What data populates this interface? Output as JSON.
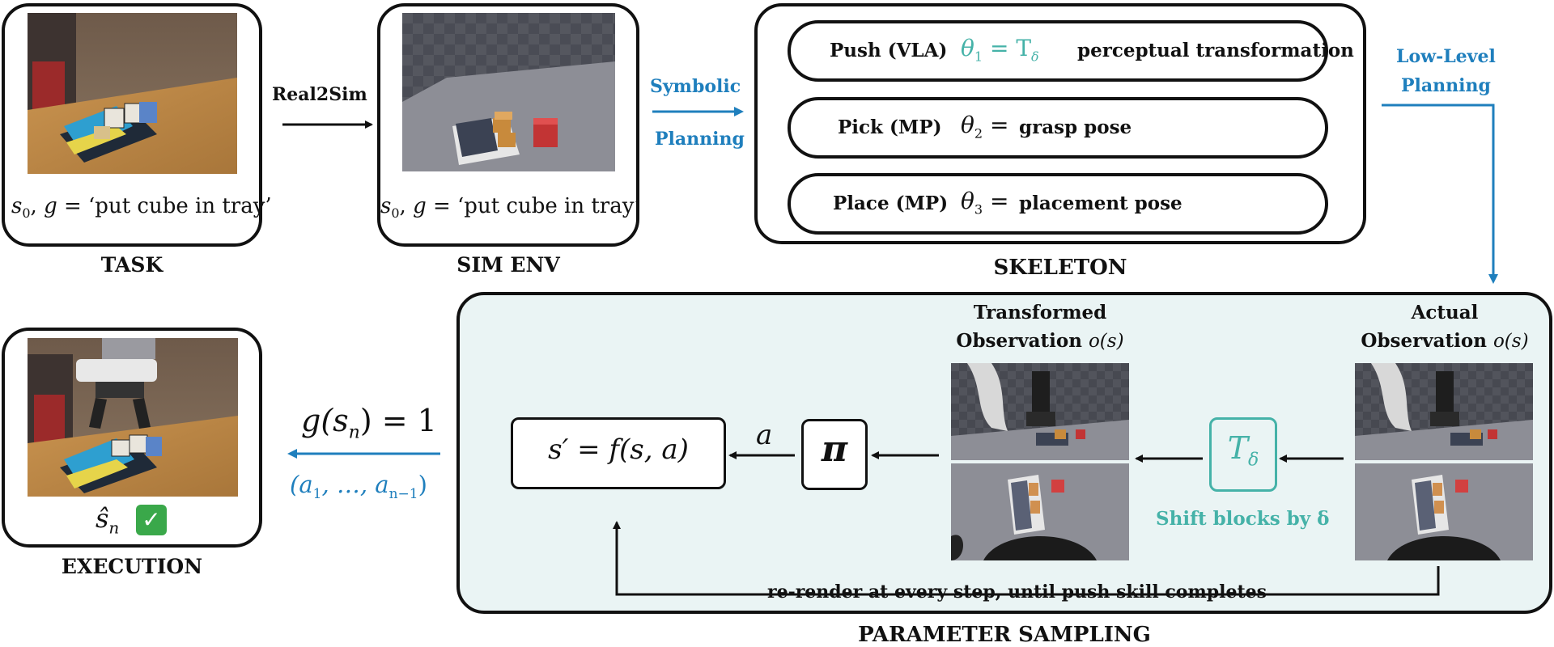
{
  "task": {
    "caption": "TASK",
    "state_math": "s",
    "state_sub": "0",
    "goal_var": "g",
    "goal_text": "‘put cube in tray’"
  },
  "real2sim": "Real2Sim",
  "sim_env": {
    "caption": "SIM ENV",
    "state_math": "s",
    "state_sub": "0",
    "goal_var": "g",
    "goal_text": "‘put cube in tray’"
  },
  "symbolic_planning": {
    "line1": "Symbolic",
    "line2": "Planning"
  },
  "skeleton": {
    "caption": "SKELETON",
    "steps": [
      {
        "name": "Push (VLA)",
        "theta": "θ",
        "sub": "1",
        "eq": "= T",
        "eq_sub": "δ",
        "desc": "perceptual transformation"
      },
      {
        "name": "Pick (MP)",
        "theta": "θ",
        "sub": "2",
        "eq": "=",
        "desc": "grasp pose"
      },
      {
        "name": "Place (MP)",
        "theta": "θ",
        "sub": "3",
        "eq": "=",
        "desc": "placement pose"
      }
    ]
  },
  "low_level_planning": {
    "line1": "Low-Level",
    "line2": "Planning"
  },
  "parameter_sampling": {
    "caption": "PARAMETER SAMPLING",
    "transformed_obs": {
      "line1": "Transformed",
      "line2": "Observation",
      "math": "o(s)"
    },
    "actual_obs": {
      "line1": "Actual",
      "line2": "Observation",
      "math": "o(s)"
    },
    "transition": "s′ = f(s, a)",
    "action_var": "a",
    "policy": "π",
    "transform": {
      "symbol": "T",
      "sub": "δ"
    },
    "shift_label": "Shift blocks by δ",
    "rerender_label": "re-render at every step, until push skill completes"
  },
  "result": {
    "goal_eq": "g(s",
    "goal_sub": "n",
    "goal_tail": ") = 1",
    "actions": "(a",
    "actions_sub1": "1",
    "actions_mid": ", …, a",
    "actions_sub2": "n−1",
    "actions_tail": ")"
  },
  "execution": {
    "caption": "EXECUTION",
    "state_math": "ŝ",
    "state_sub": "n",
    "check": "✓"
  },
  "colors": {
    "blue": "#1f7fbd",
    "teal": "#45b2a8",
    "panel_bg": "#eaf4f4"
  }
}
